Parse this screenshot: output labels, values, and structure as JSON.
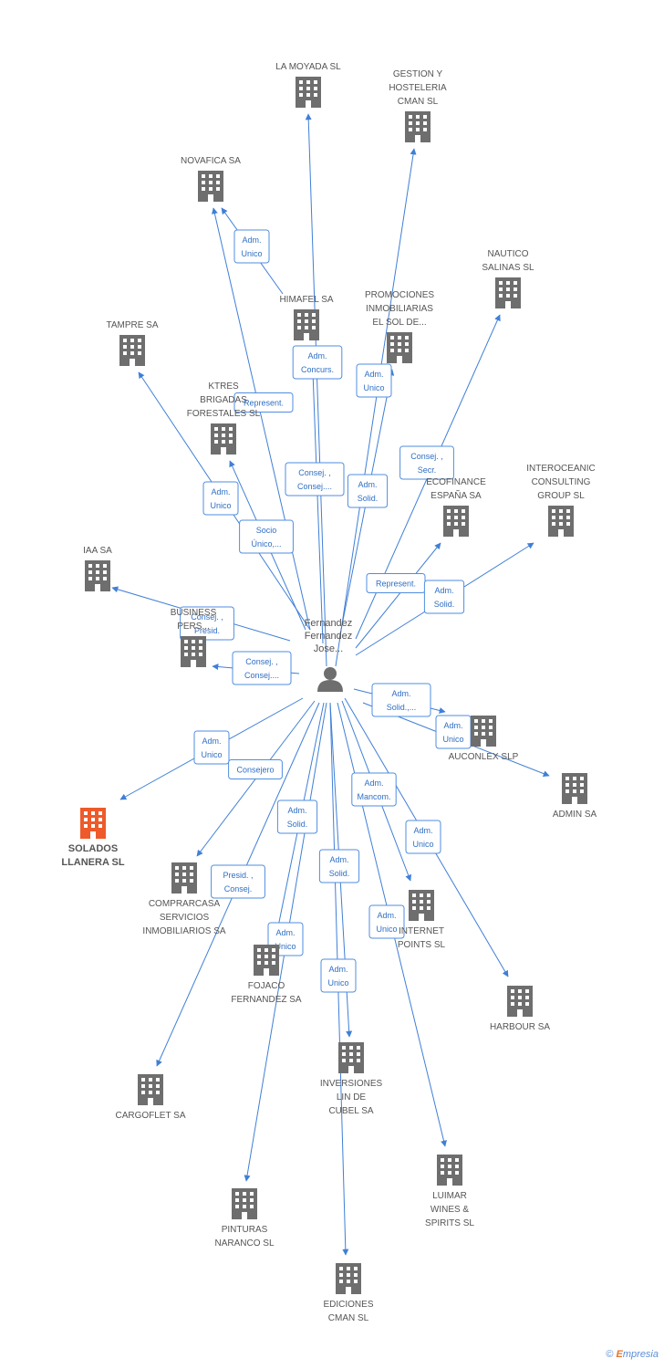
{
  "center": {
    "label_lines": [
      "Fernandez",
      "Fernandez",
      "Jose..."
    ]
  },
  "colors": {
    "edge": "#3f7fd6",
    "building": "#6e6e6e",
    "focus_building": "#ee5a2a"
  },
  "nodes": [
    {
      "id": "la-moyada",
      "label_lines": [
        "LA MOYADA SL"
      ],
      "focus": false
    },
    {
      "id": "gestion-hosteleria",
      "label_lines": [
        "GESTION Y",
        "HOSTELERIA",
        "CMAN SL"
      ],
      "focus": false
    },
    {
      "id": "novafica",
      "label_lines": [
        "NOVAFICA SA"
      ],
      "focus": false
    },
    {
      "id": "nautico-salinas",
      "label_lines": [
        "NAUTICO",
        "SALINAS SL"
      ],
      "focus": false
    },
    {
      "id": "himafel",
      "label_lines": [
        "HIMAFEL SA"
      ],
      "focus": false
    },
    {
      "id": "promociones",
      "label_lines": [
        "PROMOCIONES",
        "INMOBILIARIAS",
        "EL SOL DE..."
      ],
      "focus": false
    },
    {
      "id": "tampre",
      "label_lines": [
        "TAMPRE SA"
      ],
      "focus": false
    },
    {
      "id": "ktres",
      "label_lines": [
        "KTRES",
        "BRIGADAS",
        "FORESTALES SL"
      ],
      "focus": false
    },
    {
      "id": "ecofinance",
      "label_lines": [
        "ECOFINANCE",
        "ESPAÑA SA"
      ],
      "focus": false
    },
    {
      "id": "interoceanic",
      "label_lines": [
        "INTEROCEANIC",
        "CONSULTING",
        "GROUP SL"
      ],
      "focus": false
    },
    {
      "id": "iaa",
      "label_lines": [
        "IAA SA"
      ],
      "focus": false
    },
    {
      "id": "business",
      "label_lines": [
        "BUSINESS",
        "PERS..."
      ],
      "focus": false
    },
    {
      "id": "auconlex",
      "label_lines": [
        "AUCONLEX SLP"
      ],
      "focus": false
    },
    {
      "id": "admin",
      "label_lines": [
        "ADMIN SA"
      ],
      "focus": false
    },
    {
      "id": "solados",
      "label_lines": [
        "SOLADOS",
        "LLANERA SL"
      ],
      "focus": true
    },
    {
      "id": "comprarcasa",
      "label_lines": [
        "COMPRARCASA",
        "SERVICIOS",
        "INMOBILIARIOS SA"
      ],
      "focus": false
    },
    {
      "id": "internet-points",
      "label_lines": [
        "INTERNET",
        "POINTS SL"
      ],
      "focus": false
    },
    {
      "id": "fojaco",
      "label_lines": [
        "FOJACO",
        "FERNANDEZ SA"
      ],
      "focus": false
    },
    {
      "id": "harbour",
      "label_lines": [
        "HARBOUR SA"
      ],
      "focus": false
    },
    {
      "id": "cargoflet",
      "label_lines": [
        "CARGOFLET SA"
      ],
      "focus": false
    },
    {
      "id": "inversiones",
      "label_lines": [
        "INVERSIONES",
        "LIN DE",
        "CUBEL SA"
      ],
      "focus": false
    },
    {
      "id": "luimar",
      "label_lines": [
        "LUIMAR",
        "WINES &",
        "SPIRITS SL"
      ],
      "focus": false
    },
    {
      "id": "pinturas",
      "label_lines": [
        "PINTURAS",
        "NARANCO SL"
      ],
      "focus": false
    },
    {
      "id": "ediciones",
      "label_lines": [
        "EDICIONES",
        "CMAN SL"
      ],
      "focus": false
    }
  ],
  "edges": [
    {
      "to": "la-moyada",
      "label_lines": [
        "Adm.",
        "Concurs."
      ]
    },
    {
      "to": "gestion-hosteleria",
      "label_lines": [
        "Adm.",
        "Unico"
      ]
    },
    {
      "to": "novafica",
      "label_lines": [
        "Represent."
      ]
    },
    {
      "to": "novafica-himafel",
      "label_lines": [
        "Adm.",
        "Unico"
      ]
    },
    {
      "to": "nautico-salinas",
      "label_lines": [
        "Consej. ,",
        "Secr."
      ]
    },
    {
      "to": "himafel",
      "label_lines": [
        "Consej. ,",
        "Consej...."
      ]
    },
    {
      "to": "promociones",
      "label_lines": [
        "Adm.",
        "Solid."
      ]
    },
    {
      "to": "tampre",
      "label_lines": [
        "Adm.",
        "Unico"
      ]
    },
    {
      "to": "ktres",
      "label_lines": [
        "Socio",
        "Único,..."
      ]
    },
    {
      "to": "ecofinance",
      "label_lines": [
        "Represent."
      ]
    },
    {
      "to": "interoceanic",
      "label_lines": [
        "Adm.",
        "Solid."
      ]
    },
    {
      "to": "iaa",
      "label_lines": [
        "Consej. ,",
        "Presid."
      ]
    },
    {
      "to": "business",
      "label_lines": [
        "Consej. ,",
        "Consej...."
      ]
    },
    {
      "to": "auconlex",
      "label_lines": [
        "Adm.",
        "Solid.,..."
      ]
    },
    {
      "to": "admin",
      "label_lines": [
        "Adm.",
        "Unico"
      ]
    },
    {
      "to": "solados",
      "label_lines": [
        "Adm.",
        "Unico"
      ]
    },
    {
      "to": "comprarcasa",
      "label_lines": [
        "Consejero"
      ]
    },
    {
      "to": "internet-points",
      "label_lines": [
        "Adm.",
        "Mancom."
      ]
    },
    {
      "to": "harbour",
      "label_lines": [
        "Adm.",
        "Unico"
      ]
    },
    {
      "to": "fojaco",
      "label_lines": [
        "Adm.",
        "Solid."
      ]
    },
    {
      "to": "inversiones",
      "label_lines": [
        "Adm.",
        "Solid."
      ]
    },
    {
      "to": "cargoflet",
      "label_lines": [
        "Presid. ,",
        "Consej."
      ]
    },
    {
      "to": "luimar",
      "label_lines": [
        "Adm.",
        "Unico"
      ]
    },
    {
      "to": "pinturas",
      "label_lines": [
        "Adm.",
        "Unico"
      ]
    },
    {
      "to": "ediciones",
      "label_lines": [
        "Adm.",
        "Unico"
      ]
    }
  ],
  "footer": {
    "copyright_symbol": "©",
    "brand_initial": "E",
    "brand_rest": "mpresia"
  }
}
